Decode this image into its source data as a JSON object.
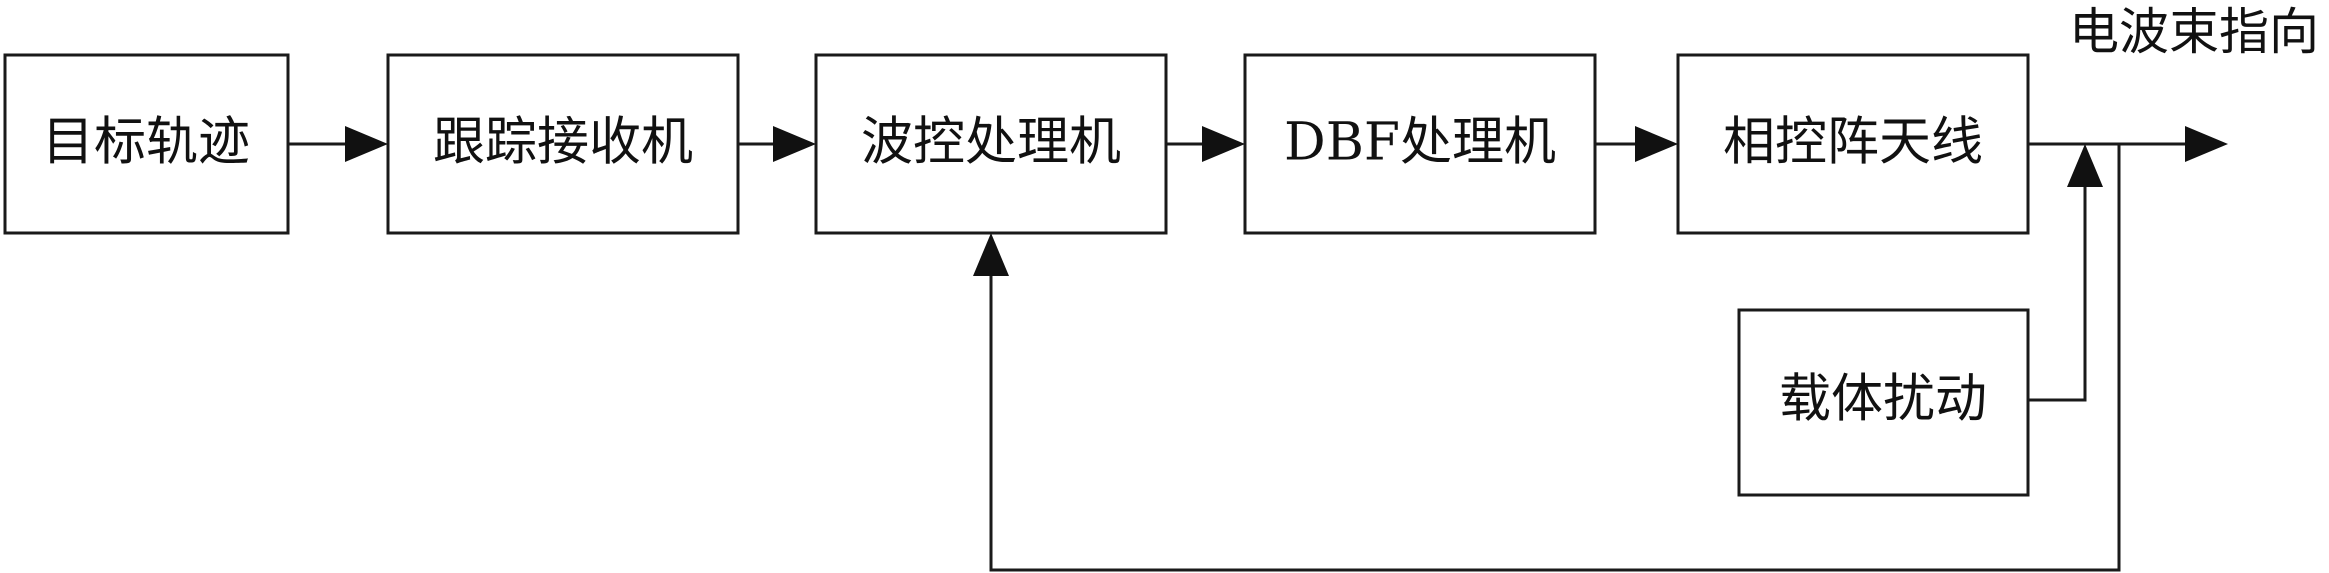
{
  "diagram": {
    "blocks": {
      "target_trajectory": "目标轨迹",
      "tracking_receiver": "跟踪接收机",
      "beam_control_processor": "波控处理机",
      "dbf_processor": "DBF处理机",
      "phased_array_antenna": "相控阵天线",
      "carrier_disturbance": "载体扰动"
    },
    "output_label": "电波束指向"
  }
}
